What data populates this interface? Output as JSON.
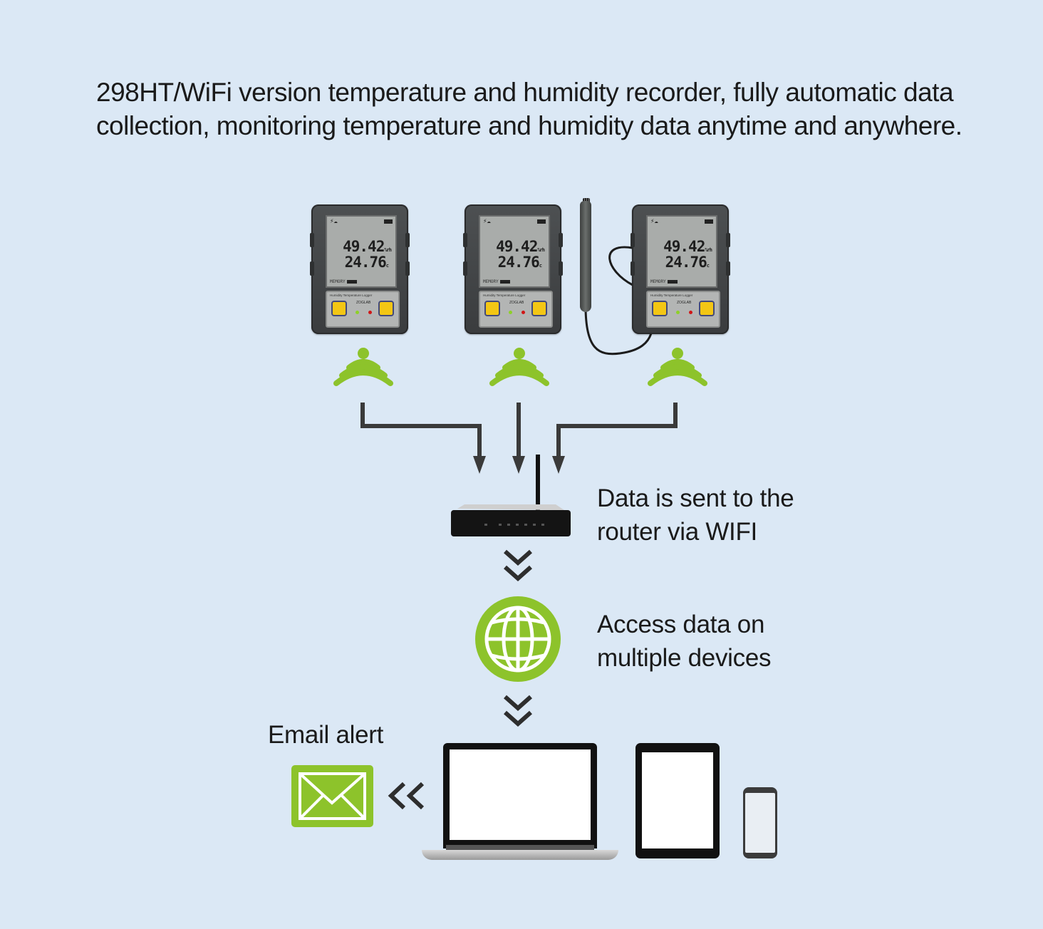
{
  "intro": {
    "text": "298HT/WiFi version temperature and humidity recorder, fully automatic data collection, monitoring temperature and humidity data anytime and anywhere."
  },
  "colors": {
    "background": "#dbe8f5",
    "accent_green": "#8dc32b",
    "arrow": "#3a3a3a",
    "text": "#1a1a1a"
  },
  "loggers": [
    {
      "humidity": "49.42",
      "humidity_unit": "%rh",
      "temperature": "24.76",
      "temperature_unit": "c",
      "memory_label": "MEMORY",
      "panel_title": "Humidity Temperature Logger",
      "model": "ZOGLAB",
      "led_left": "ACTIVE",
      "led_right": "ALARM",
      "probe": false
    },
    {
      "humidity": "49.42",
      "humidity_unit": "%rh",
      "temperature": "24.76",
      "temperature_unit": "c",
      "memory_label": "MEMORY",
      "panel_title": "Humidity Temperature Logger",
      "model": "ZOGLAB",
      "led_left": "ACTIVE",
      "led_right": "ALARM",
      "probe": false
    },
    {
      "humidity": "49.42",
      "humidity_unit": "%rh",
      "temperature": "24.76",
      "temperature_unit": "c",
      "memory_label": "MEMORY",
      "panel_title": "Humidity Temperature Logger",
      "model": "ZOGLAB",
      "led_left": "ACTIVE",
      "led_right": "ALARM",
      "probe": true
    }
  ],
  "icons": {
    "wireless": "wifi-signal-icon",
    "router": "router-icon",
    "internet": "globe-icon",
    "email": "envelope-icon",
    "chevron_down": "double-chevron-down-icon",
    "chevron_left": "double-chevron-left-icon"
  },
  "captions": {
    "router": [
      "Data is sent to the",
      "router via WIFI"
    ],
    "access": [
      "Access data on",
      "multiple devices"
    ],
    "email": "Email alert"
  },
  "devices": [
    "laptop",
    "tablet",
    "smartphone"
  ]
}
